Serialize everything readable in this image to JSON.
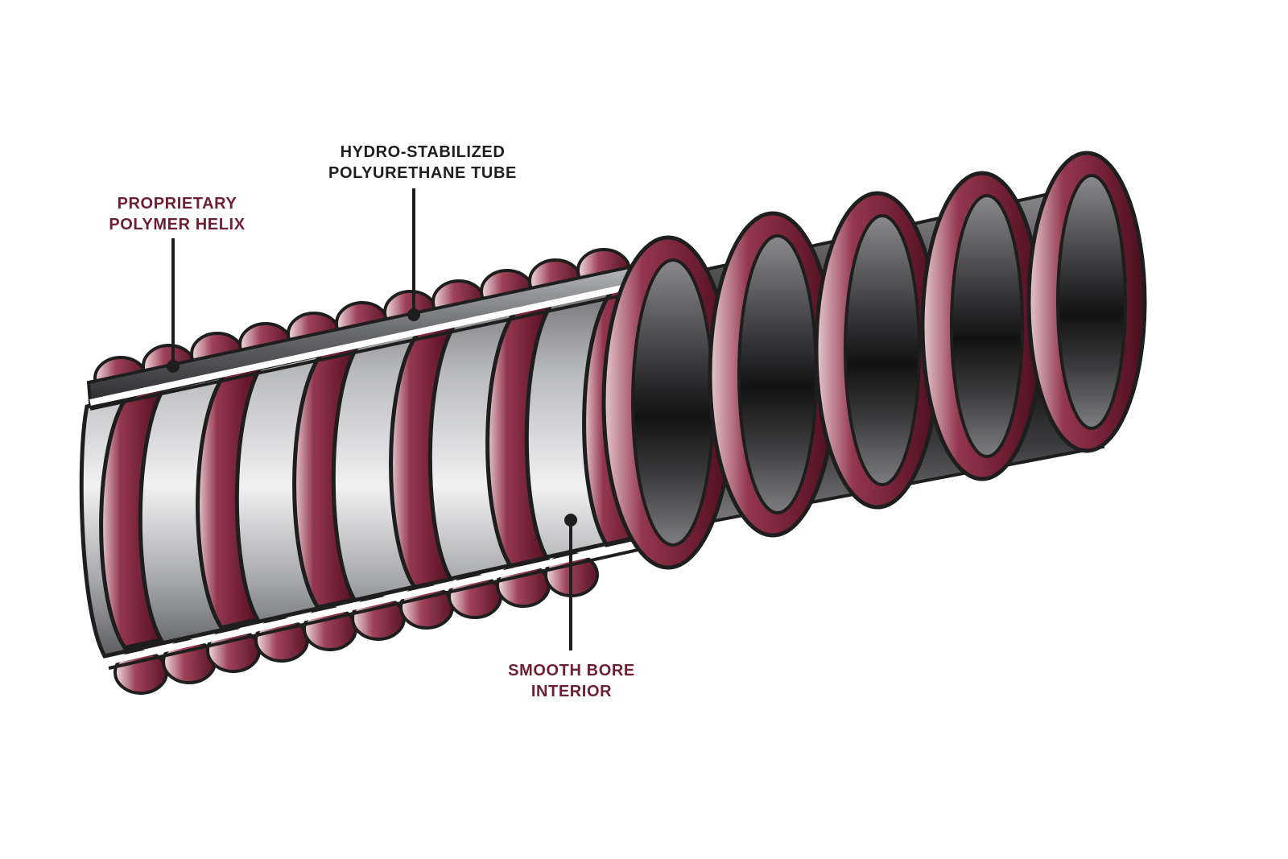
{
  "colors": {
    "label_accent": "#6e1f35",
    "label_dark": "#1e1e1e",
    "helix": "#7a2238",
    "outline": "#1e1e1e"
  },
  "callouts": {
    "helix": {
      "line1": "PROPRIETARY",
      "line2": "POLYMER HELIX"
    },
    "tube": {
      "line1": "HYDRO-STABILIZED",
      "line2": "POLYURETHANE TUBE"
    },
    "bore": {
      "line1": "SMOOTH BORE",
      "line2": "INTERIOR"
    }
  }
}
